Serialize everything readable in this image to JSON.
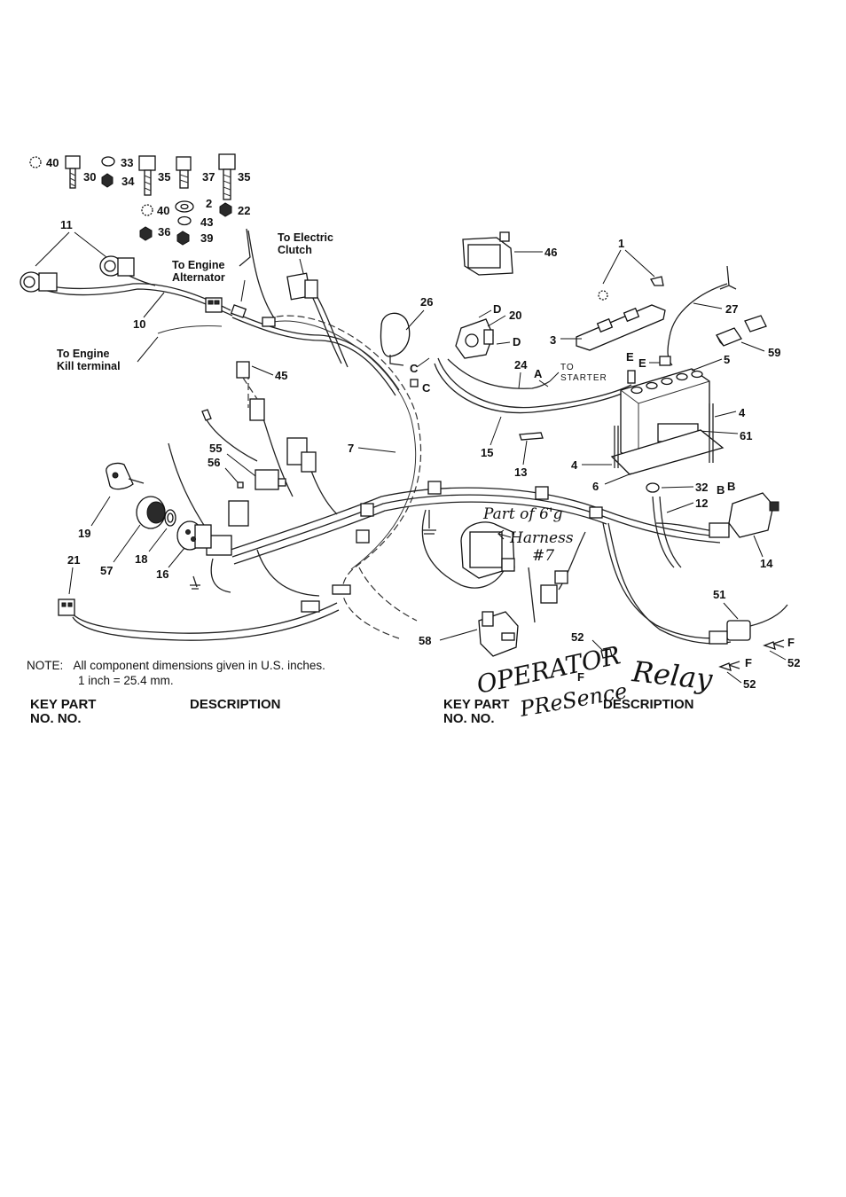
{
  "callouts": {
    "c40a": "40",
    "c30": "30",
    "c33": "33",
    "c34": "34",
    "c35a": "35",
    "c37": "37",
    "c35b": "35",
    "c40b": "40",
    "c2": "2",
    "c43": "43",
    "c22": "22",
    "c36": "36",
    "c39": "39",
    "c11": "11",
    "c10": "10",
    "c46": "46",
    "c1": "1",
    "c26": "26",
    "c20": "20",
    "c27": "27",
    "c3": "3",
    "c59": "59",
    "c5": "5",
    "c24": "24",
    "c45": "45",
    "c4a": "4",
    "c61": "61",
    "c7": "7",
    "c15": "15",
    "c13": "13",
    "c4b": "4",
    "c6": "6",
    "c55": "55",
    "c56": "56",
    "c32": "32",
    "c12": "12",
    "c19": "19",
    "c57": "57",
    "c18": "18",
    "c16": "16",
    "c21": "21",
    "c14": "14",
    "c51": "51",
    "c58": "58",
    "c52a": "52",
    "c52b": "52",
    "c52c": "52"
  },
  "letters": {
    "d1": "D",
    "d2": "D",
    "c1": "C",
    "c2": "C",
    "a": "A",
    "e1": "E",
    "e2": "E",
    "b1": "B",
    "b2": "B",
    "f1": "F",
    "f2": "F",
    "f3": "F"
  },
  "labels": {
    "to_electric_1": "To Electric",
    "to_electric_2": "Clutch",
    "to_engine_alt_1": "To Engine",
    "to_engine_alt_2": "Alternator",
    "to_engine_kill_1": "To Engine",
    "to_engine_kill_2": "Kill terminal",
    "to_starter_1": "TO",
    "to_starter_2": "STARTER"
  },
  "handwriting": {
    "part_of_1": "Part of 6'g",
    "part_of_2": "Harness",
    "part_of_3": "#7",
    "operator": "OPERATOR",
    "presence": "PReSence",
    "relay": "Relay"
  },
  "note": {
    "prefix": "NOTE:",
    "line1": "All component dimensions given in U.S. inches.",
    "line2": "1 inch = 25.4 mm."
  },
  "key_headers": {
    "left": {
      "line1": "KEY PART",
      "line2": "NO.  NO.",
      "desc": "DESCRIPTION"
    },
    "right": {
      "line1": "KEY PART",
      "line2": "NO.  NO.",
      "desc": "DESCRIPTION"
    }
  }
}
